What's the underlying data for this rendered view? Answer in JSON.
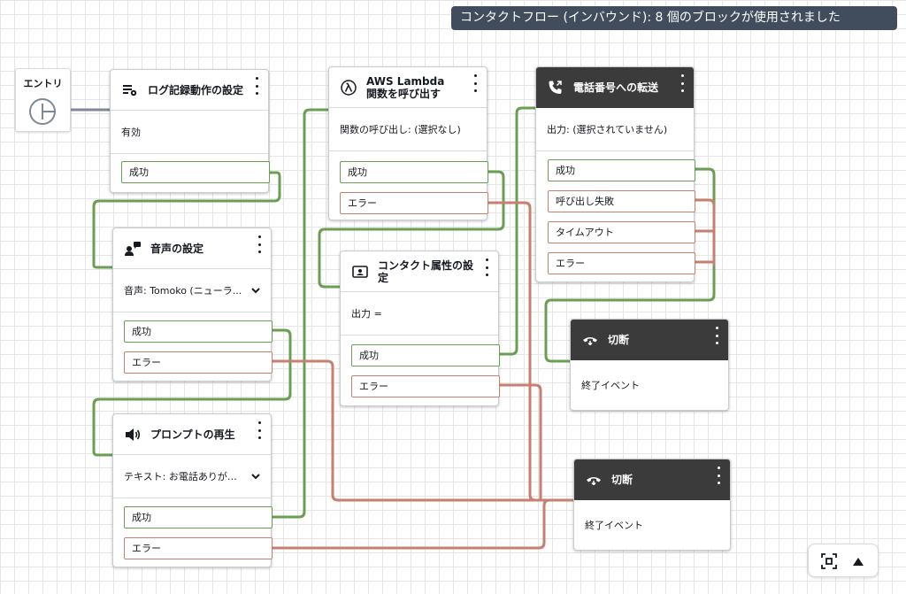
{
  "banner": {
    "text": "コンタクトフロー (インバウンド): 8 個のブロックが使用されました"
  },
  "entry": {
    "label": "エントリ"
  },
  "blocks": {
    "logging": {
      "title": "ログ記録動作の設定",
      "icon": "log-settings-icon",
      "body": "有効",
      "ports": [
        "成功"
      ]
    },
    "voice": {
      "title": "音声の設定",
      "icon": "voice-settings-icon",
      "body": "音声: Tomoko (ニューラ...",
      "ports": [
        "成功",
        "エラー"
      ]
    },
    "prompt": {
      "title": "プロンプトの再生",
      "icon": "speaker-icon",
      "body": "テキスト: お電話ありがと...",
      "ports": [
        "成功",
        "エラー"
      ]
    },
    "lambda": {
      "title_line1": "AWS Lambda",
      "title_line2": "関数を呼び出す",
      "icon": "lambda-icon",
      "body": "関数の呼び出し: (選択なし)",
      "ports": [
        "成功",
        "エラー"
      ]
    },
    "attributes": {
      "title_line1": "コンタクト属性の設",
      "title_line2": "定",
      "icon": "contact-card-icon",
      "body": "出力 =",
      "ports": [
        "成功",
        "エラー"
      ]
    },
    "transfer": {
      "title": "電話番号への転送",
      "icon": "phone-transfer-icon",
      "body": "出力: (選択されていません)",
      "ports": [
        "成功",
        "呼び出し失敗",
        "タイムアウト",
        "エラー"
      ]
    },
    "disconnect1": {
      "title": "切断",
      "icon": "hangup-icon",
      "body": "終了イベント"
    },
    "disconnect2": {
      "title": "切断",
      "icon": "hangup-icon",
      "body": "終了イベント"
    }
  },
  "controls": {
    "fit_icon": "fit-to-screen-icon",
    "collapse_icon": "triangle-up-icon"
  },
  "colors": {
    "success": "#6a9f53",
    "error": "#c77f70",
    "entry": "#7d8998",
    "dark_header": "#3b3b3b",
    "banner": "#414d5c"
  }
}
